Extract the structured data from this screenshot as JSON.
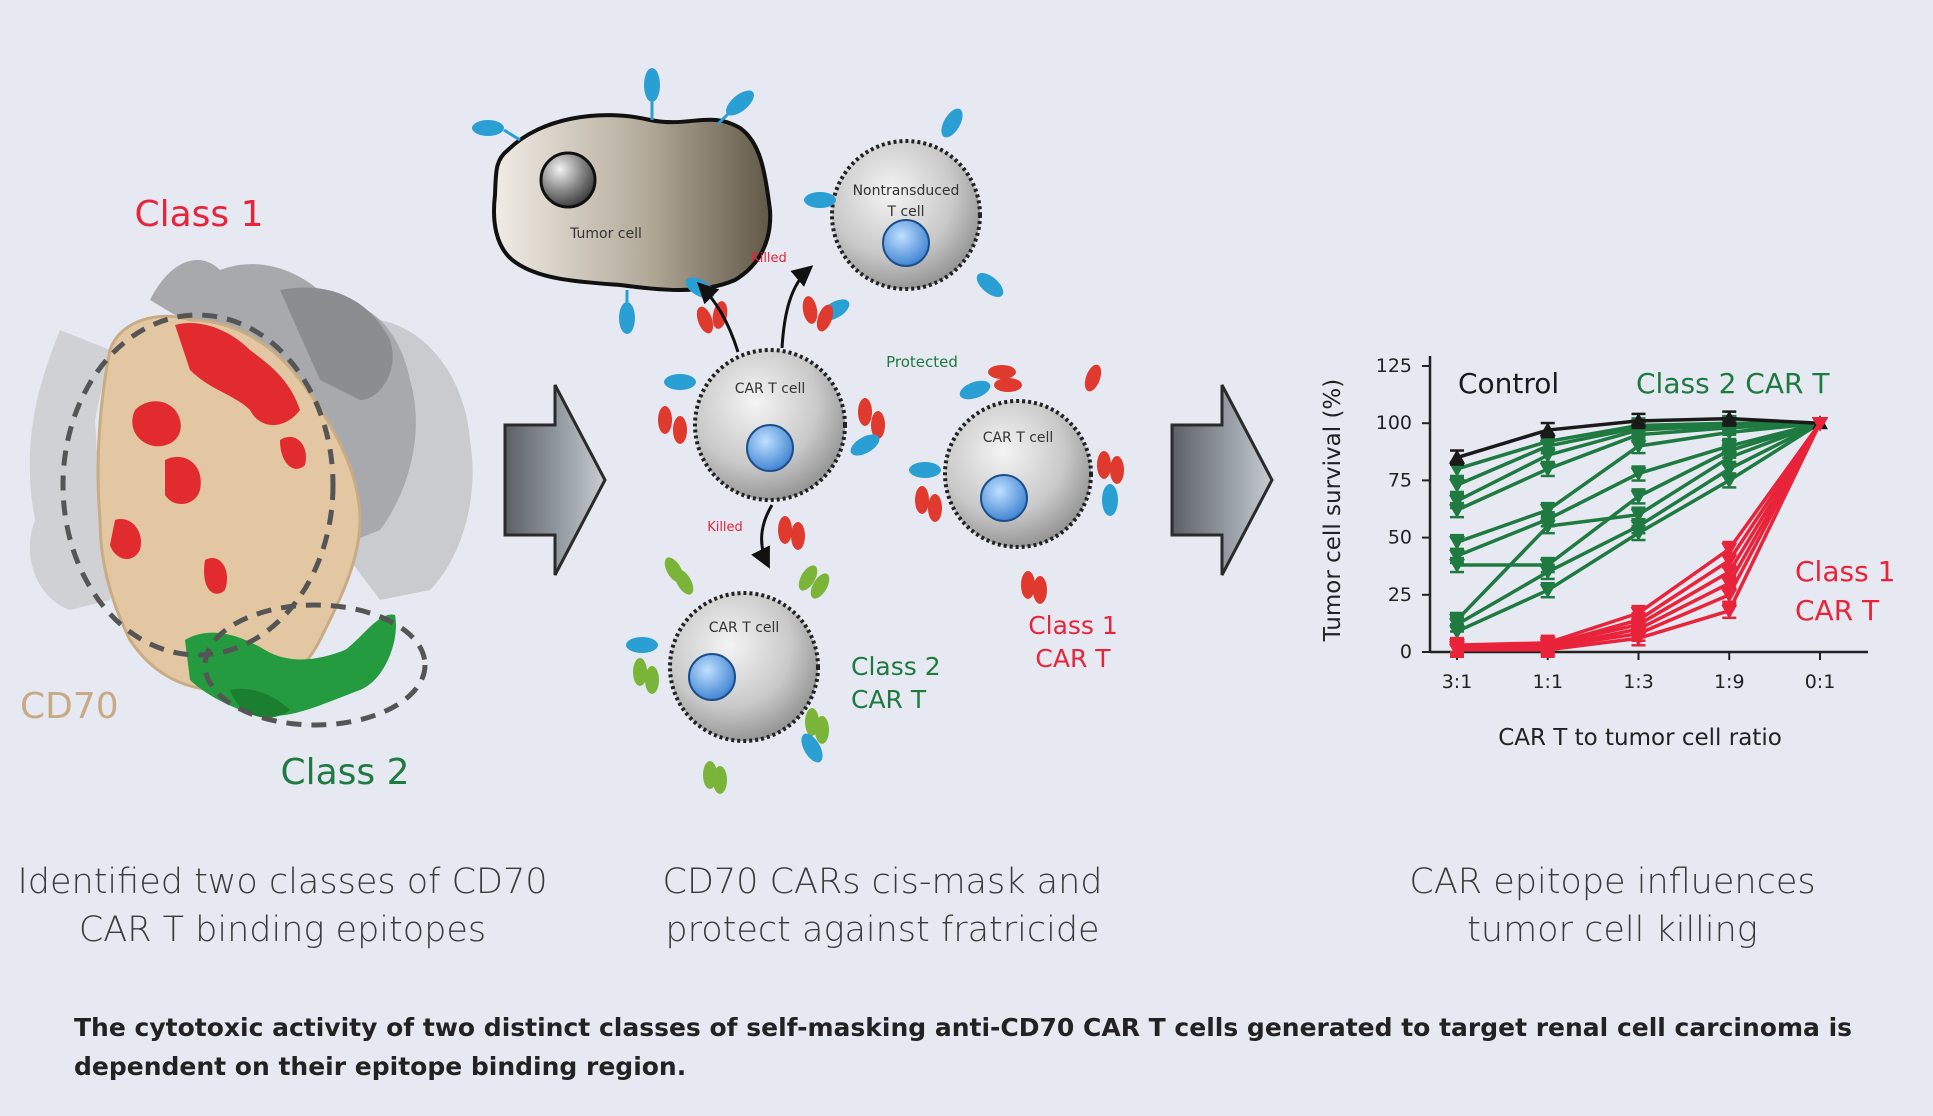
{
  "panel1": {
    "class1_label": "Class 1",
    "class2_label": "Class 2",
    "protein_label": "CD70",
    "title": "Identified two classes of CD70\nCAR T binding epitopes"
  },
  "panel2": {
    "tumor_label": "Tumor cell",
    "nontransduced_label_1": "Nontransduced",
    "nontransduced_label_2": "T cell",
    "cart_label_a": "CAR T cell",
    "cart_label_b": "CAR T cell",
    "cart_label_c": "CAR T cell",
    "killed_top": "Killed",
    "killed_bottom": "Killed",
    "protected": "Protected",
    "class1_line1": "Class 1",
    "class1_line2": "CAR T",
    "class2_line1": "Class 2",
    "class2_line2": "CAR T",
    "title": "CD70 CARs cis-mask and\nprotect against fratricide"
  },
  "panel3": {
    "title": "CAR epitope influences\ntumor cell killing"
  },
  "caption": "The cytotoxic activity of two distinct classes of self-masking anti-CD70 CAR T cells generated to target renal cell carcinoma is dependent on their epitope binding region.",
  "chart_data": {
    "type": "line",
    "categories": [
      "3:1",
      "1:1",
      "1:3",
      "1:9",
      "0:1"
    ],
    "xlabel": "CAR T to tumor cell ratio",
    "ylabel": "Tumor cell survival (%)",
    "ylim": [
      0,
      125
    ],
    "yticks": [
      0,
      25,
      50,
      75,
      100,
      125
    ],
    "grid": false,
    "annotations": {
      "control": "Control",
      "class2": "Class 2 CAR T",
      "class1_line1": "Class 1",
      "class1_line2": "CAR T"
    },
    "colors": {
      "control": "#1a1a1a",
      "class2": "#1e7a40",
      "class1": "#e8233a"
    },
    "series": [
      {
        "group": "control",
        "values": [
          85,
          97,
          101,
          102,
          100
        ]
      },
      {
        "group": "class2",
        "values": [
          80,
          92,
          99,
          100,
          100
        ]
      },
      {
        "group": "class2",
        "values": [
          73,
          90,
          98,
          100,
          100
        ]
      },
      {
        "group": "class2",
        "values": [
          66,
          86,
          97,
          99,
          100
        ]
      },
      {
        "group": "class2",
        "values": [
          62,
          80,
          95,
          98,
          100
        ]
      },
      {
        "group": "class2",
        "values": [
          48,
          62,
          90,
          96,
          100
        ]
      },
      {
        "group": "class2",
        "values": [
          42,
          58,
          78,
          90,
          100
        ]
      },
      {
        "group": "class2",
        "values": [
          38,
          38,
          68,
          88,
          100
        ]
      },
      {
        "group": "class2",
        "values": [
          14,
          55,
          60,
          85,
          100
        ]
      },
      {
        "group": "class2",
        "values": [
          12,
          35,
          55,
          80,
          100
        ]
      },
      {
        "group": "class2",
        "values": [
          9,
          27,
          52,
          75,
          100
        ]
      },
      {
        "group": "class1",
        "values": [
          3,
          4,
          17,
          45,
          100
        ]
      },
      {
        "group": "class1",
        "values": [
          2,
          3,
          14,
          40,
          100
        ]
      },
      {
        "group": "class1",
        "values": [
          2,
          3,
          12,
          35,
          100
        ]
      },
      {
        "group": "class1",
        "values": [
          1,
          2,
          10,
          30,
          100
        ]
      },
      {
        "group": "class1",
        "values": [
          1,
          2,
          8,
          25,
          100
        ]
      },
      {
        "group": "class1",
        "values": [
          1,
          1,
          6,
          18,
          100
        ]
      }
    ]
  }
}
